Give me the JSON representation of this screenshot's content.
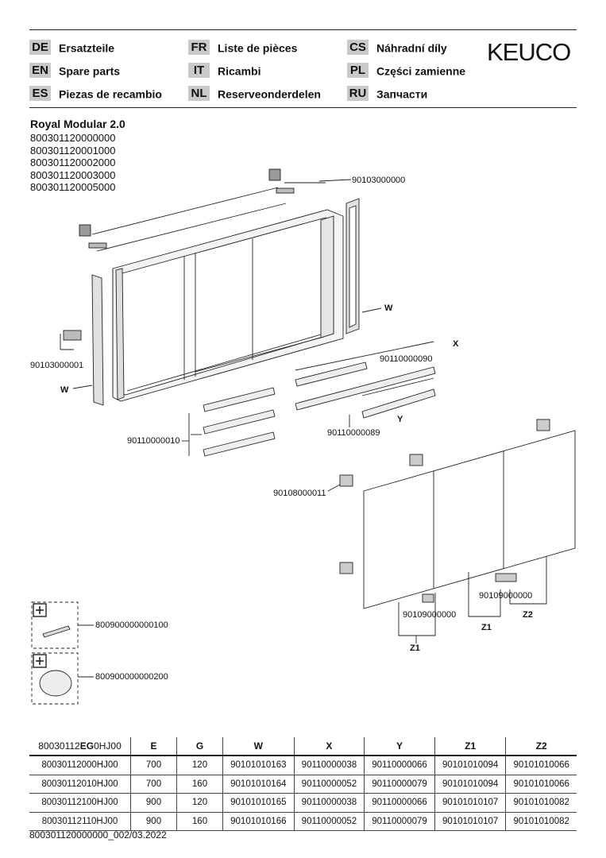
{
  "languages": [
    {
      "code": "DE",
      "text": "Ersatzteile"
    },
    {
      "code": "EN",
      "text": "Spare parts"
    },
    {
      "code": "ES",
      "text": "Piezas de recambio"
    },
    {
      "code": "FR",
      "text": "Liste de pièces"
    },
    {
      "code": "IT",
      "text": "Ricambi"
    },
    {
      "code": "NL",
      "text": "Reserveonderdelen"
    },
    {
      "code": "CS",
      "text": "Náhradní díly"
    },
    {
      "code": "PL",
      "text": "Części zamienne"
    },
    {
      "code": "RU",
      "text": "Запчасти"
    }
  ],
  "brand": "KEUCO",
  "product": {
    "title": "Royal Modular 2.0",
    "article_numbers": [
      "800301120000000",
      "800301120001000",
      "800301120002000",
      "800301120003000",
      "800301120005000"
    ]
  },
  "diagram_labels": {
    "top_right": "90103000000",
    "left_mount": "90103000001",
    "w_right": "W",
    "w_left": "W",
    "x": "X",
    "shelf_right": "90110000090",
    "shelf_left": "90110000010",
    "shelf_clip": "90110000089",
    "y": "Y",
    "hinge": "90108000011",
    "door_bottom_left": "90109000000",
    "door_bottom_right": "90109000000",
    "z1_a": "Z1",
    "z1_b": "Z1",
    "z2": "Z2",
    "accessory_1": "800900000000100",
    "accessory_2": "800900000000200"
  },
  "table": {
    "model_prefix": "80030112",
    "model_bold": "EG",
    "model_suffix": "0HJ00",
    "headers": [
      "E",
      "G",
      "W",
      "X",
      "Y",
      "Z1",
      "Z2"
    ],
    "rows": [
      [
        "80030112000HJ00",
        "700",
        "120",
        "90101010163",
        "90110000038",
        "90110000066",
        "90101010094",
        "90101010066"
      ],
      [
        "80030112010HJ00",
        "700",
        "160",
        "90101010164",
        "90110000052",
        "90110000079",
        "90101010094",
        "90101010066"
      ],
      [
        "80030112100HJ00",
        "900",
        "120",
        "90101010165",
        "90110000038",
        "90110000066",
        "90101010107",
        "90101010082"
      ],
      [
        "80030112110HJ00",
        "900",
        "160",
        "90101010166",
        "90110000052",
        "90110000079",
        "90101010107",
        "90101010082"
      ]
    ]
  },
  "footer": "800301120000000_002/03.2022"
}
